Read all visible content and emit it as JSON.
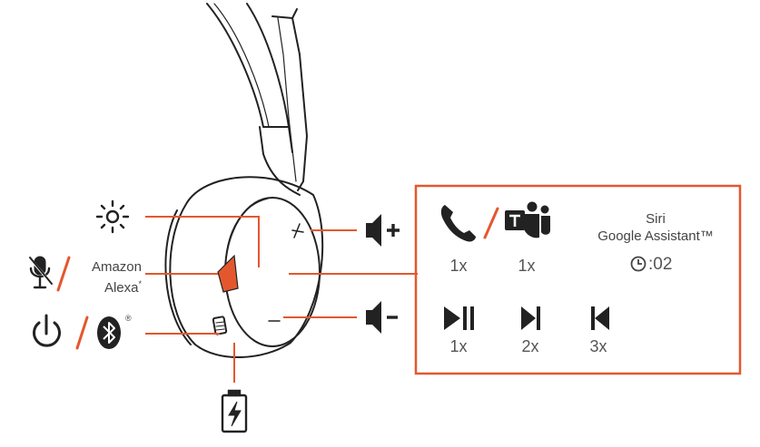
{
  "accent_color": "#e4572e",
  "left_controls": {
    "brightness_icon": "sun-icon",
    "mute_icon": "mic-mute-icon",
    "amazon_label_line1": "Amazon",
    "amazon_label_line2": "Alexa",
    "amazon_asterisk": "*",
    "power_icon": "power-icon",
    "bluetooth_icon": "bluetooth-icon",
    "bluetooth_mark": "®",
    "battery_icon": "battery-charging-icon"
  },
  "right_controls": {
    "volume_up_icon": "volume-up-icon",
    "volume_down_icon": "volume-down-icon"
  },
  "panel": {
    "row1": {
      "call": {
        "icon": "phone-icon",
        "count": "1x"
      },
      "teams": {
        "icon": "teams-icon",
        "count": "1x"
      },
      "assistant_line1": "Siri",
      "assistant_line2": "Google Assistant™",
      "timer_icon": "clock-icon",
      "timer_value": ":02"
    },
    "row2": {
      "play_pause": {
        "icon": "play-pause-icon",
        "count": "1x"
      },
      "next": {
        "icon": "next-track-icon",
        "count": "2x"
      },
      "previous": {
        "icon": "previous-track-icon",
        "count": "3x"
      }
    }
  }
}
